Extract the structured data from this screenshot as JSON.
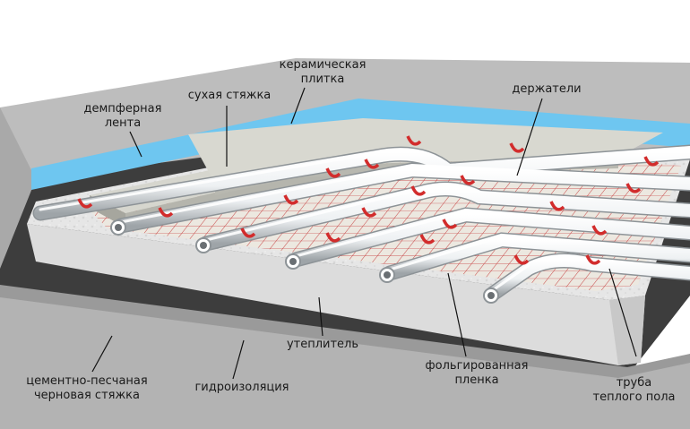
{
  "labels": {
    "ceramic_tile": "керамическая\nплитка",
    "dry_screed": "сухая стяжка",
    "damper_tape": "демпферная\nлента",
    "holders": "держатели",
    "cement_screed": "цементно-песчаная\nчерновая стяжка",
    "waterproofing": "гидроизоляция",
    "insulation": "утеплитель",
    "foil_film": "фольгированная\nпленка",
    "floor_pipe": "труба\nтеплого пола"
  },
  "colors": {
    "background": "#ffffff",
    "wall": "#b8b8b8",
    "subfloor": "#3d3d3d",
    "insulation": "#e6e6e6",
    "foil": "#e9e6df",
    "mesh": "#c84848",
    "pipe": "#f2f5f7",
    "clip": "#d22c2c",
    "damper_tape": "#6ec6f0",
    "concrete": "#cfcfc7",
    "leader": "#111111"
  }
}
